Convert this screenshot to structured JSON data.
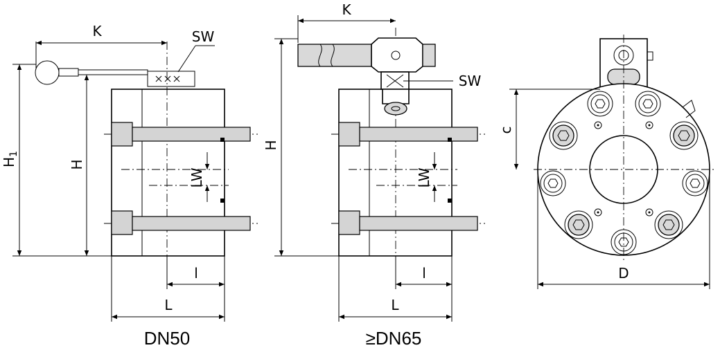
{
  "views": {
    "dn50": {
      "caption": "DN50",
      "labels": {
        "k": "K",
        "sw": "SW",
        "h1": "H",
        "h1_sub": "1",
        "h": "H",
        "lw": "LW",
        "l_small": "l",
        "l": "L"
      }
    },
    "dn65": {
      "caption": "≥DN65",
      "labels": {
        "k": "K",
        "sw": "SW",
        "h": "H",
        "lw": "LW",
        "l_small": "l",
        "l": "L"
      }
    },
    "front": {
      "labels": {
        "c": "c",
        "d": "D"
      }
    }
  },
  "colors": {
    "line": "#000000",
    "fill_grey": "#d9d9d9",
    "background": "#ffffff"
  }
}
